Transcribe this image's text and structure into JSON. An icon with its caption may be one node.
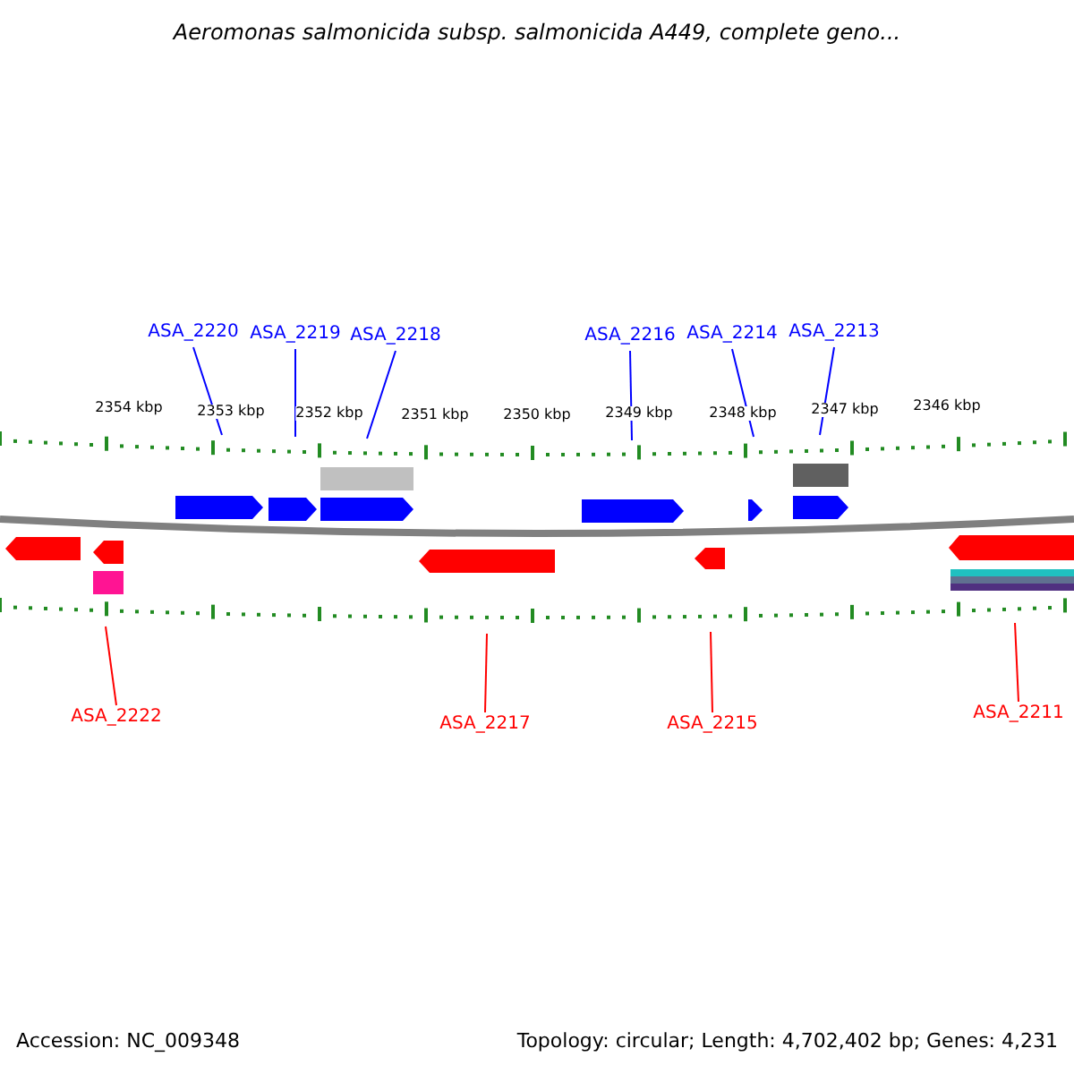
{
  "diagram": {
    "title": "Aeromonas salmonicida subsp. salmonicida A449, complete geno...",
    "nodes": [
      {
        "text": [
          "ASA_2220"
        ]
      },
      {
        "text": [
          "ASA_2219"
        ]
      },
      {
        "text": [
          "ASA_2218"
        ]
      },
      {
        "text": [
          "ASA_2216"
        ]
      },
      {
        "text": [
          "ASA_2214"
        ]
      },
      {
        "text": [
          "ASA_2213"
        ]
      },
      {
        "text": [
          "ASA_2222"
        ]
      },
      {
        "text": [
          "ASA_2217"
        ]
      },
      {
        "text": [
          "ASA_2215"
        ]
      },
      {
        "text": [
          "ASA_2211"
        ]
      }
    ],
    "edges": [
      {
        "from": 0,
        "to": null,
        "arrow": "none"
      },
      {
        "from": 1,
        "to": null,
        "arrow": "none"
      },
      {
        "from": 2,
        "to": null,
        "arrow": "none"
      },
      {
        "from": 3,
        "to": null,
        "arrow": "none"
      },
      {
        "from": 4,
        "to": null,
        "arrow": "none"
      },
      {
        "from": 5,
        "to": null,
        "arrow": "none"
      },
      {
        "from": 6,
        "to": null,
        "arrow": "none",
        "color": "#ff0000"
      },
      {
        "from": 7,
        "to": null,
        "arrow": "none",
        "color": "#ff0000"
      },
      {
        "from": 8,
        "to": null,
        "arrow": "none",
        "color": "#ff0000"
      },
      {
        "from": 9,
        "to": null,
        "arrow": "none",
        "color": "#ff0000"
      }
    ],
    "labels": [
      "2354 kbp",
      "2353 kbp",
      "2352 kbp",
      "2351 kbp",
      "2350 kbp",
      "2349 kbp",
      "2348 kbp",
      "2347 kbp",
      "2346 kbp",
      "Accession: NC_009348",
      "Topology: circular; Length: 4,702,402 bp; Genes: 4,231"
    ]
  }
}
